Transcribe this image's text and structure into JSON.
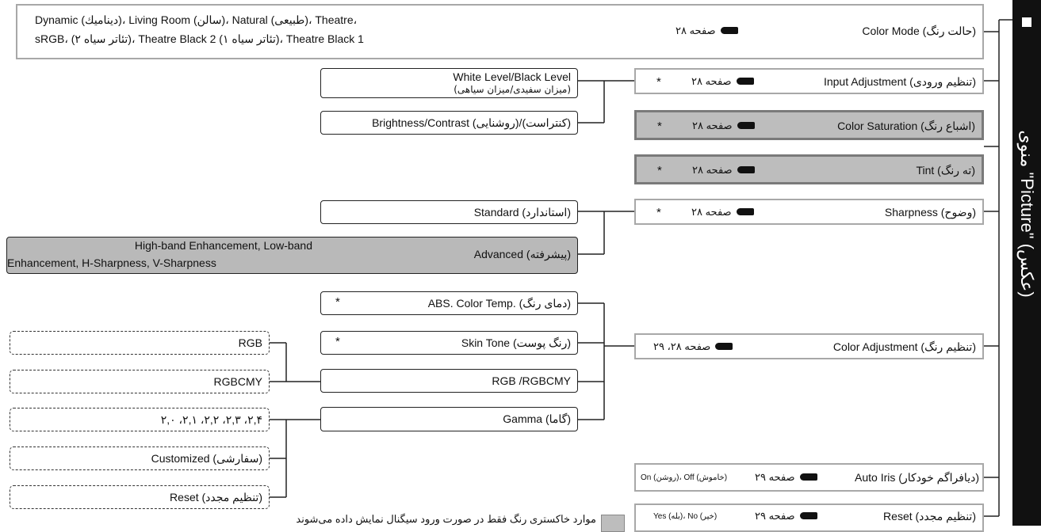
{
  "sidebar": {
    "title": "منوی \"Picture\" (عکس)"
  },
  "page_ref_28": "صفحه ۲۸",
  "page_ref_29": "صفحه ۲۹",
  "page_ref_28_29": "صفحه ۲۸، ۲۹",
  "star": "*",
  "color_mode": {
    "label": "Color Mode (حالت رنگ)",
    "options_line1": "Dynamic (دینامیك)، Living Room (سالن)، Natural (طبیعی)، Theatre،",
    "options_line2": "sRGB، (تئاتر سیاه ۲)، Theatre Black 2 (تئاتر سیاه ۱)، Theatre Black 1"
  },
  "input_adjustment": {
    "label": "Input Adjustment (تنظیم ورودی)"
  },
  "white_black_level": {
    "line1": "White Level/Black Level",
    "line2": "(میزان سفیدی/میزان سیاهی)"
  },
  "brightness_contrast": {
    "label": "Brightness/Contrast (روشنایی)/(کنتراست)"
  },
  "color_saturation": {
    "label": "Color Saturation (اشباع رنگ)"
  },
  "tint": {
    "label": "Tint (ته رنگ)"
  },
  "sharpness": {
    "label": "Sharpness (وضوح)"
  },
  "standard": {
    "label": "Standard (استاندارد)"
  },
  "advanced": {
    "label": "Advanced (پیشرفته)"
  },
  "advanced_options": {
    "line1": "High-band Enhancement, Low-band",
    "line2": "Enhancement, H-Sharpness, V-Sharpness"
  },
  "color_adjustment": {
    "label": "Color Adjustment (تنظیم رنگ)"
  },
  "abs_color_temp": {
    "label": "ABS. Color Temp. (دمای رنگ)"
  },
  "skin_tone": {
    "label": "Skin Tone (رنگ پوست)"
  },
  "rgb_rgbcmy": {
    "label": "RGB /RGBCMY"
  },
  "gamma": {
    "label": "Gamma (گاما)"
  },
  "left_options": {
    "rgb": "RGB",
    "rgbcmy": "RGBCMY",
    "gamma_values": "۲,۰ ،۲,۱ ،۲,۲ ،۲,۳ ،۲,۴",
    "customized": "Customized (سفارشی)",
    "reset": "Reset (تنظیم مجدد)"
  },
  "auto_iris": {
    "label": "Auto Iris (دیافراگم خودکار)",
    "values": "On (روشن)، Off (خاموش)"
  },
  "reset_main": {
    "label": "Reset (تنظیم مجدد)",
    "values": "Yes (بله)، No (خیر)"
  },
  "legend": {
    "text": "موارد خاکستری رنگ فقط در صورت ورود سیگنال نمایش داده می‌شوند"
  },
  "colors": {
    "sidebar": "#111111",
    "gray_fill": "#bdbdbd",
    "right_border": "#a8a8a8"
  }
}
